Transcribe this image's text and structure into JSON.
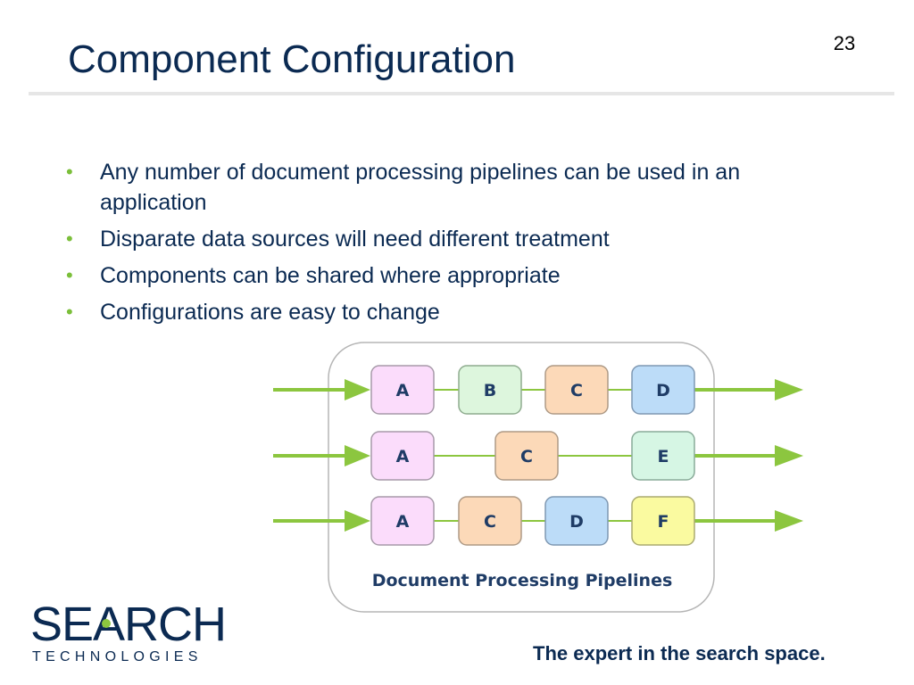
{
  "slide": {
    "title": "Component Configuration",
    "page_number": "23",
    "bullets": [
      "Any number of document processing pipelines can be used in an application",
      "Disparate data sources will need different treatment",
      "Components can be shared where appropriate",
      "Configurations are easy to change"
    ]
  },
  "diagram": {
    "caption": "Document Processing Pipelines",
    "pipelines": [
      {
        "components": [
          "A",
          "B",
          "C",
          "D"
        ]
      },
      {
        "components": [
          "A",
          "C",
          "E"
        ]
      },
      {
        "components": [
          "A",
          "C",
          "D",
          "F"
        ]
      }
    ],
    "component_colors": {
      "A": {
        "fill": "#fbdcfb",
        "stroke": "#a79aa9"
      },
      "B": {
        "fill": "#ddf6dd",
        "stroke": "#8fac8f"
      },
      "C": {
        "fill": "#fcd9b8",
        "stroke": "#ae9a86"
      },
      "D": {
        "fill": "#bcdcf8",
        "stroke": "#7f98b2"
      },
      "E": {
        "fill": "#d6f6e4",
        "stroke": "#89ab99"
      },
      "F": {
        "fill": "#fafaa0",
        "stroke": "#aaaa70"
      }
    },
    "arrow_color": "#8cc63f"
  },
  "footer": {
    "logo_word": "SEARCH",
    "logo_subtitle": "TECHNOLOGIES",
    "tagline": "The expert in the search space."
  },
  "colors": {
    "title": "#0b2a52",
    "bullet_marker": "#7bbf3a",
    "accent_green": "#8cc63f"
  }
}
